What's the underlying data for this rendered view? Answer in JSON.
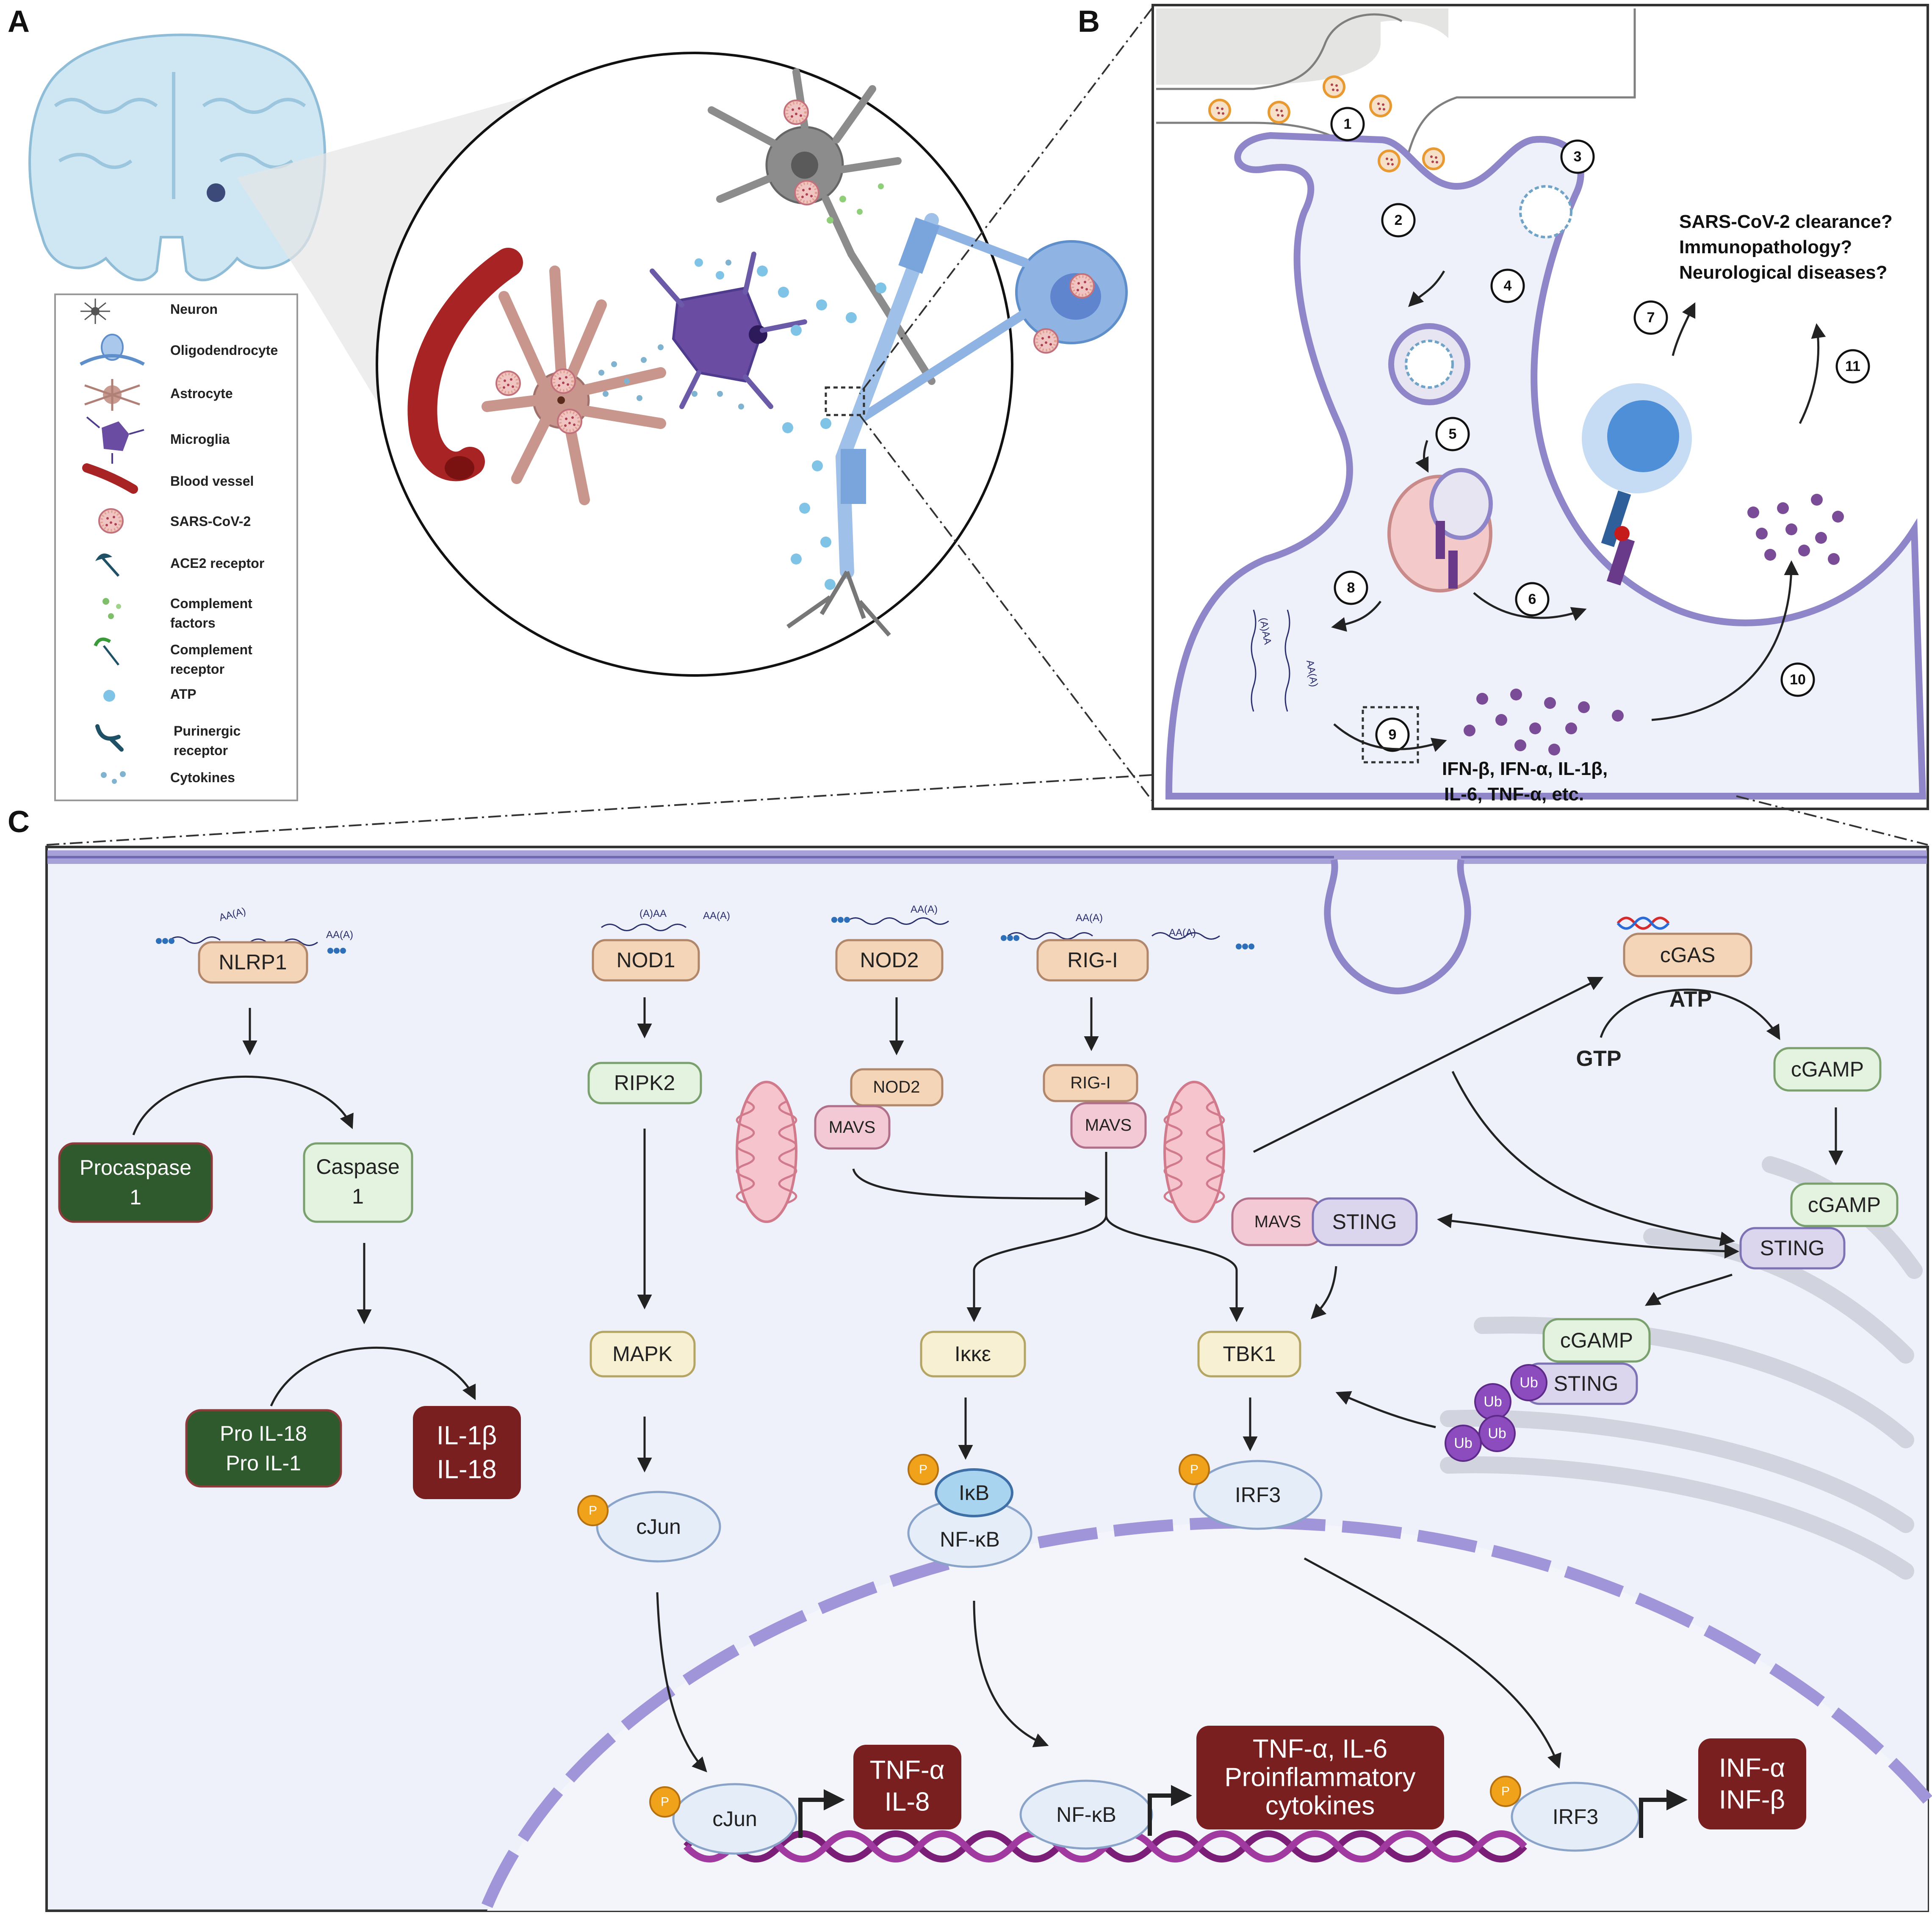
{
  "panels": {
    "a": "A",
    "b": "B",
    "c": "C"
  },
  "legend": [
    {
      "label": "Neuron",
      "icon": "neuron-icon"
    },
    {
      "label": "Oligodendrocyte",
      "icon": "oligodendrocyte-icon"
    },
    {
      "label": "Astrocyte",
      "icon": "astrocyte-icon"
    },
    {
      "label": "Microglia",
      "icon": "microglia-icon"
    },
    {
      "label": "Blood vessel",
      "icon": "blood-vessel-icon"
    },
    {
      "label": "SARS-CoV-2",
      "icon": "virus-icon"
    },
    {
      "label": "ACE2 receptor",
      "icon": "ace2-receptor-icon"
    },
    {
      "label": "Complement",
      "label2": "factors",
      "icon": "complement-factors-icon"
    },
    {
      "label": "Complement",
      "label2": "receptor",
      "icon": "complement-receptor-icon"
    },
    {
      "label": "ATP",
      "icon": "atp-icon"
    },
    {
      "label": "Purinergic",
      "label2": "receptor",
      "icon": "purinergic-receptor-icon"
    },
    {
      "label": "Cytokines",
      "icon": "cytokines-icon"
    }
  ],
  "panel_b": {
    "steps": [
      "1",
      "2",
      "3",
      "4",
      "5",
      "6",
      "7",
      "8",
      "9",
      "10",
      "11"
    ],
    "questions": [
      "SARS-CoV-2 clearance?",
      "Immunopathology?",
      "Neurological diseases?"
    ],
    "cytokine_line1": "IFN-β, IFN-α, IL-1β,",
    "cytokine_line2": "IL-6, TNF-α, etc.",
    "rna_a": "(A)AA",
    "rna_b": "AA(A)"
  },
  "panel_c": {
    "rna_tail": "AA(A)",
    "rna_head": "(A)AA",
    "nlrp1": "NLRP1",
    "procaspase": [
      "Procaspase",
      "1"
    ],
    "caspase": [
      "Caspase",
      "1"
    ],
    "pro_il": [
      "Pro IL-18",
      "Pro IL-1"
    ],
    "il_out": [
      "IL-1β",
      "IL-18"
    ],
    "nod1": "NOD1",
    "ripk2": "RIPK2",
    "mapk": "MAPK",
    "cjun": "cJun",
    "nod2": "NOD2",
    "rigi": "RIG-I",
    "mavs": "MAVS",
    "ikke": "Iκκε",
    "ikb": "IκB",
    "nfkb": "NF-κB",
    "tbk1": "TBK1",
    "irf3": "IRF3",
    "cgas": "cGAS",
    "atp": "ATP",
    "gtp": "GTP",
    "cgamp": "cGAMP",
    "sting": "STING",
    "ub": "Ub",
    "p": "P",
    "out_tnf_il8": [
      "TNF-α",
      "IL-8"
    ],
    "out_tnf_il6": [
      "TNF-α, IL-6",
      "Proinflammatory",
      "cytokines"
    ],
    "out_inf": [
      "INF-α",
      "INF-β"
    ]
  },
  "colors": {
    "membrane": "#8e86c8",
    "cytoplasm": "#eef0fa",
    "pale_orange": "#f5d5b8",
    "pale_green": "#e3f3df",
    "pale_yellow": "#f7f0d2",
    "pale_blue": "#e4edf8",
    "pale_purple": "#dcd5ee",
    "pale_pink": "#f3c9d6",
    "dark_green": "#2e5a2e",
    "dark_red": "#7a1f1f",
    "phospho": "#f0a21a",
    "ub_purple": "#8d4cbe",
    "dna": "#7a1e78"
  }
}
